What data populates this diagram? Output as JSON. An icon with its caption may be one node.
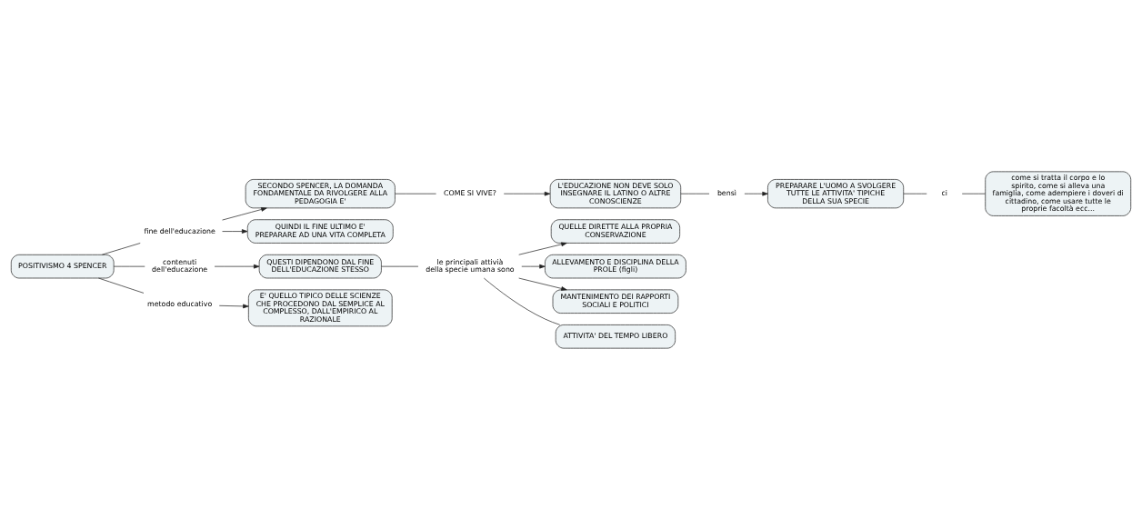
{
  "diagram": {
    "nodes": [
      {
        "text": [
          "POSITIVISMO 4 SPENCER"
        ]
      },
      {
        "text": [
          "fine dell'educazione"
        ]
      },
      {
        "text": [
          "SECONDO SPENCER, LA DOMANDA FONDAMENTALE DA RIVOLGERE ALLA PEDAGOGIA E'"
        ]
      },
      {
        "text": [
          "COME SI VIVE?"
        ]
      },
      {
        "text": [
          "L'EDUCAZIONE NON DEVE SOLO INSEGNARE IL LATINO O ALTRE CONOSCIENZE"
        ]
      },
      {
        "text": [
          "bensì"
        ]
      },
      {
        "text": [
          "PREPARARE L'UOMO A SVOLGERE TUTTE LE ATTIVITA' TIPICHE DELLA SUA SPECIE"
        ]
      },
      {
        "text": [
          "ci"
        ]
      },
      {
        "text": [
          "come si tratta il corpo e lo spirito, come si alleva una famiglia, come adempiere i doveri di cittadino, come usare tutte le proprie facoltà ecc..."
        ]
      },
      {
        "text": [
          "QUINDI IL FINE ULTIMO E' PREPARARE AD UNA VITA COMPLETA"
        ]
      },
      {
        "text": [
          "contenuti dell'educazione"
        ]
      },
      {
        "text": [
          "QUESTI DIPENDONO DAL FINE DELL'EDUCAZIONE STESSO"
        ]
      },
      {
        "text": [
          "le principali attivià della specie umana sono"
        ]
      },
      {
        "text": [
          "QUELLE DIRETTE ALLA PROPRIA CONSERVAZIONE"
        ]
      },
      {
        "text": [
          "ALLEVAMENTO E DISCIPLINA DELLA PROLE (figli)"
        ]
      },
      {
        "text": [
          "MANTENIMENTO DEI RAPPORTI SOCIALI E POLITICI"
        ]
      },
      {
        "text": [
          "ATTIVITA' DEL TEMPO LIBERO"
        ]
      },
      {
        "text": [
          "metodo educativo"
        ]
      },
      {
        "text": [
          "E' QUELLO TIPICO DELLE SCIENZE CHE PROCEDONO DAL SEMPLICE AL COMPLESSO, DALL'EMPIRICO AL RAZIONALE"
        ]
      }
    ],
    "edges": [
      {
        "from": 0,
        "to": 1,
        "arrow": "none"
      },
      {
        "from": 1,
        "to": 2,
        "arrow": "to"
      },
      {
        "from": 1,
        "to": 9,
        "arrow": "to"
      },
      {
        "from": 2,
        "to": 3,
        "arrow": "none"
      },
      {
        "from": 3,
        "to": 4,
        "arrow": "to"
      },
      {
        "from": 4,
        "to": 5,
        "arrow": "none"
      },
      {
        "from": 5,
        "to": 6,
        "arrow": "to"
      },
      {
        "from": 6,
        "to": 7,
        "arrow": "none"
      },
      {
        "from": 7,
        "to": 8,
        "arrow": "none"
      },
      {
        "from": 0,
        "to": 10,
        "arrow": "none"
      },
      {
        "from": 10,
        "to": 11,
        "arrow": "to"
      },
      {
        "from": 11,
        "to": 12,
        "arrow": "none"
      },
      {
        "from": 12,
        "to": 13,
        "arrow": "to"
      },
      {
        "from": 12,
        "to": 14,
        "arrow": "to"
      },
      {
        "from": 12,
        "to": 15,
        "arrow": "to"
      },
      {
        "from": 12,
        "to": 16,
        "arrow": "none"
      },
      {
        "from": 0,
        "to": 17,
        "arrow": "none"
      },
      {
        "from": 17,
        "to": 18,
        "arrow": "to"
      }
    ]
  }
}
